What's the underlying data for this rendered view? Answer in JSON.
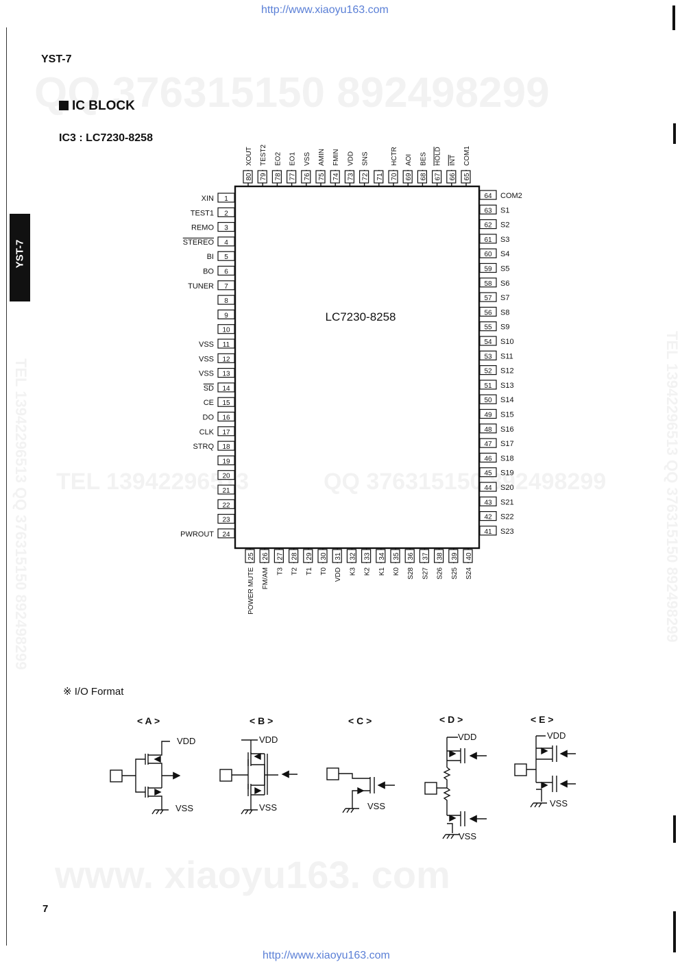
{
  "header": {
    "url_top": "http://www.xiaoyu163.com",
    "model": "YST-7"
  },
  "side_tab": "YST-7",
  "section_title": "IC BLOCK",
  "ic": {
    "label": "IC3 : LC7230-8258",
    "chip_name": "LC7230-8258",
    "left_pins": [
      {
        "n": "1",
        "label": "XIN"
      },
      {
        "n": "2",
        "label": "TEST1"
      },
      {
        "n": "3",
        "label": "REMO"
      },
      {
        "n": "4",
        "label": "STEREO",
        "overline": true
      },
      {
        "n": "5",
        "label": "BI"
      },
      {
        "n": "6",
        "label": "BO"
      },
      {
        "n": "7",
        "label": "TUNER"
      },
      {
        "n": "8",
        "label": ""
      },
      {
        "n": "9",
        "label": ""
      },
      {
        "n": "10",
        "label": ""
      },
      {
        "n": "11",
        "label": "VSS"
      },
      {
        "n": "12",
        "label": "VSS"
      },
      {
        "n": "13",
        "label": "VSS"
      },
      {
        "n": "14",
        "label": "SD",
        "overline": true
      },
      {
        "n": "15",
        "label": "CE"
      },
      {
        "n": "16",
        "label": "DO"
      },
      {
        "n": "17",
        "label": "CLK"
      },
      {
        "n": "18",
        "label": "STRQ"
      },
      {
        "n": "19",
        "label": ""
      },
      {
        "n": "20",
        "label": ""
      },
      {
        "n": "21",
        "label": ""
      },
      {
        "n": "22",
        "label": ""
      },
      {
        "n": "23",
        "label": ""
      },
      {
        "n": "24",
        "label": "PWROUT"
      }
    ],
    "bottom_pins": [
      {
        "n": "25",
        "label": "POWER MUTE"
      },
      {
        "n": "26",
        "label": "FM/AM"
      },
      {
        "n": "27",
        "label": "T3"
      },
      {
        "n": "28",
        "label": "T2"
      },
      {
        "n": "29",
        "label": "T1"
      },
      {
        "n": "30",
        "label": "T0"
      },
      {
        "n": "31",
        "label": "VDD"
      },
      {
        "n": "32",
        "label": "K3"
      },
      {
        "n": "33",
        "label": "K2"
      },
      {
        "n": "34",
        "label": "K1"
      },
      {
        "n": "35",
        "label": "K0"
      },
      {
        "n": "36",
        "label": "S28"
      },
      {
        "n": "37",
        "label": "S27"
      },
      {
        "n": "38",
        "label": "S26"
      },
      {
        "n": "39",
        "label": "S25"
      },
      {
        "n": "40",
        "label": "S24"
      }
    ],
    "right_pins": [
      {
        "n": "64",
        "label": "COM2"
      },
      {
        "n": "63",
        "label": "S1"
      },
      {
        "n": "62",
        "label": "S2"
      },
      {
        "n": "61",
        "label": "S3"
      },
      {
        "n": "60",
        "label": "S4"
      },
      {
        "n": "59",
        "label": "S5"
      },
      {
        "n": "58",
        "label": "S6"
      },
      {
        "n": "57",
        "label": "S7"
      },
      {
        "n": "56",
        "label": "S8"
      },
      {
        "n": "55",
        "label": "S9"
      },
      {
        "n": "54",
        "label": "S10"
      },
      {
        "n": "53",
        "label": "S11"
      },
      {
        "n": "52",
        "label": "S12"
      },
      {
        "n": "51",
        "label": "S13"
      },
      {
        "n": "50",
        "label": "S14"
      },
      {
        "n": "49",
        "label": "S15"
      },
      {
        "n": "48",
        "label": "S16"
      },
      {
        "n": "47",
        "label": "S17"
      },
      {
        "n": "46",
        "label": "S18"
      },
      {
        "n": "45",
        "label": "S19"
      },
      {
        "n": "44",
        "label": "S20"
      },
      {
        "n": "43",
        "label": "S21"
      },
      {
        "n": "42",
        "label": "S22"
      },
      {
        "n": "41",
        "label": "S23"
      }
    ],
    "top_pins": [
      {
        "n": "80",
        "label": "XOUT"
      },
      {
        "n": "79",
        "label": "TEST2"
      },
      {
        "n": "78",
        "label": "EO2"
      },
      {
        "n": "77",
        "label": "EO1"
      },
      {
        "n": "76",
        "label": "VSS"
      },
      {
        "n": "75",
        "label": "AMIN"
      },
      {
        "n": "74",
        "label": "FMIN"
      },
      {
        "n": "73",
        "label": "VDD"
      },
      {
        "n": "72",
        "label": "SNS"
      },
      {
        "n": "71",
        "label": ""
      },
      {
        "n": "70",
        "label": "HCTR"
      },
      {
        "n": "69",
        "label": "AOI"
      },
      {
        "n": "68",
        "label": "BES"
      },
      {
        "n": "67",
        "label": "HOLD",
        "overline": true
      },
      {
        "n": "66",
        "label": "INT",
        "overline": true
      },
      {
        "n": "65",
        "label": "COM1"
      }
    ]
  },
  "io_format": {
    "title": "※ I/O Format",
    "circuits": [
      {
        "label": "< A >",
        "vdd": "VDD",
        "vss": "VSS"
      },
      {
        "label": "< B >",
        "vdd": "VDD",
        "vss": "VSS"
      },
      {
        "label": "< C >",
        "vdd": "",
        "vss": "VSS"
      },
      {
        "label": "< D >",
        "vdd": "VDD",
        "vss": "VSS"
      },
      {
        "label": "< E >",
        "vdd": "VDD",
        "vss": "VSS"
      }
    ]
  },
  "watermarks": {
    "qq_top": "QQ 376315150   892498299",
    "tel_mid": "TEL  13942296513",
    "qq_mid": "QQ  376315150  892498299",
    "vertical_right": "TEL 13942296513  QQ 376315150  892498299",
    "vertical_left": "TEL 13942296513  QQ 376315150  892498299",
    "site": "www. xiaoyu163. com"
  },
  "footer": {
    "page": "7",
    "url_bottom": "http://www.xiaoyu163.com"
  }
}
